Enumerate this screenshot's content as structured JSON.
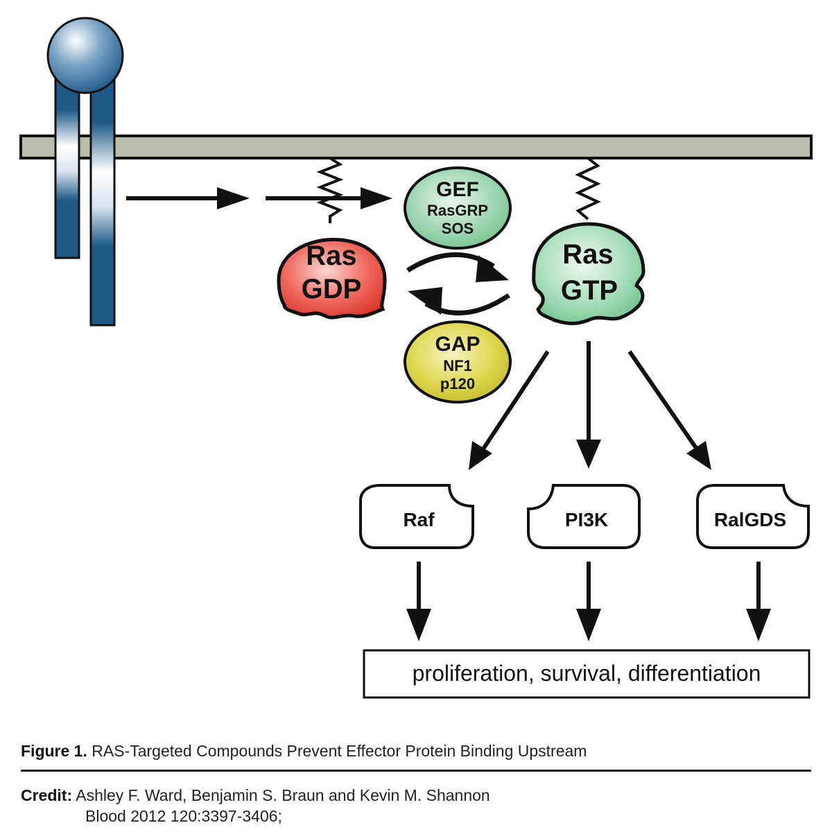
{
  "colors": {
    "membrane": "#b9bbab",
    "receptor": "#1f5a87",
    "ras_gdp": "#e8403a",
    "ras_gtp": "#7fcf9e",
    "gef": "#86cfa0",
    "gap": "#d9d03a"
  },
  "icons": [
    "receptor-icon",
    "membrane-bar",
    "lipid-anchor-icon"
  ],
  "ras_gdp": {
    "line1": "Ras",
    "line2": "GDP"
  },
  "ras_gtp": {
    "line1": "Ras",
    "line2": "GTP"
  },
  "gef": {
    "title": "GEF",
    "line2": "RasGRP",
    "line3": "SOS"
  },
  "gap": {
    "title": "GAP",
    "line2": "NF1",
    "line3": "p120"
  },
  "effectors": {
    "raf": "Raf",
    "pi3k": "PI3K",
    "ralgds": "RalGDS"
  },
  "outcome": "proliferation, survival, differentiation",
  "caption": {
    "figure_label": "Figure 1.",
    "figure_text": "RAS-Targeted Compounds Prevent Effector Protein Binding Upstream",
    "credit_label": "Credit:",
    "credit_line1": "Ashley F. Ward, Benjamin S. Braun and Kevin M. Shannon",
    "credit_line2": "Blood 2012 120:3397-3406;"
  }
}
